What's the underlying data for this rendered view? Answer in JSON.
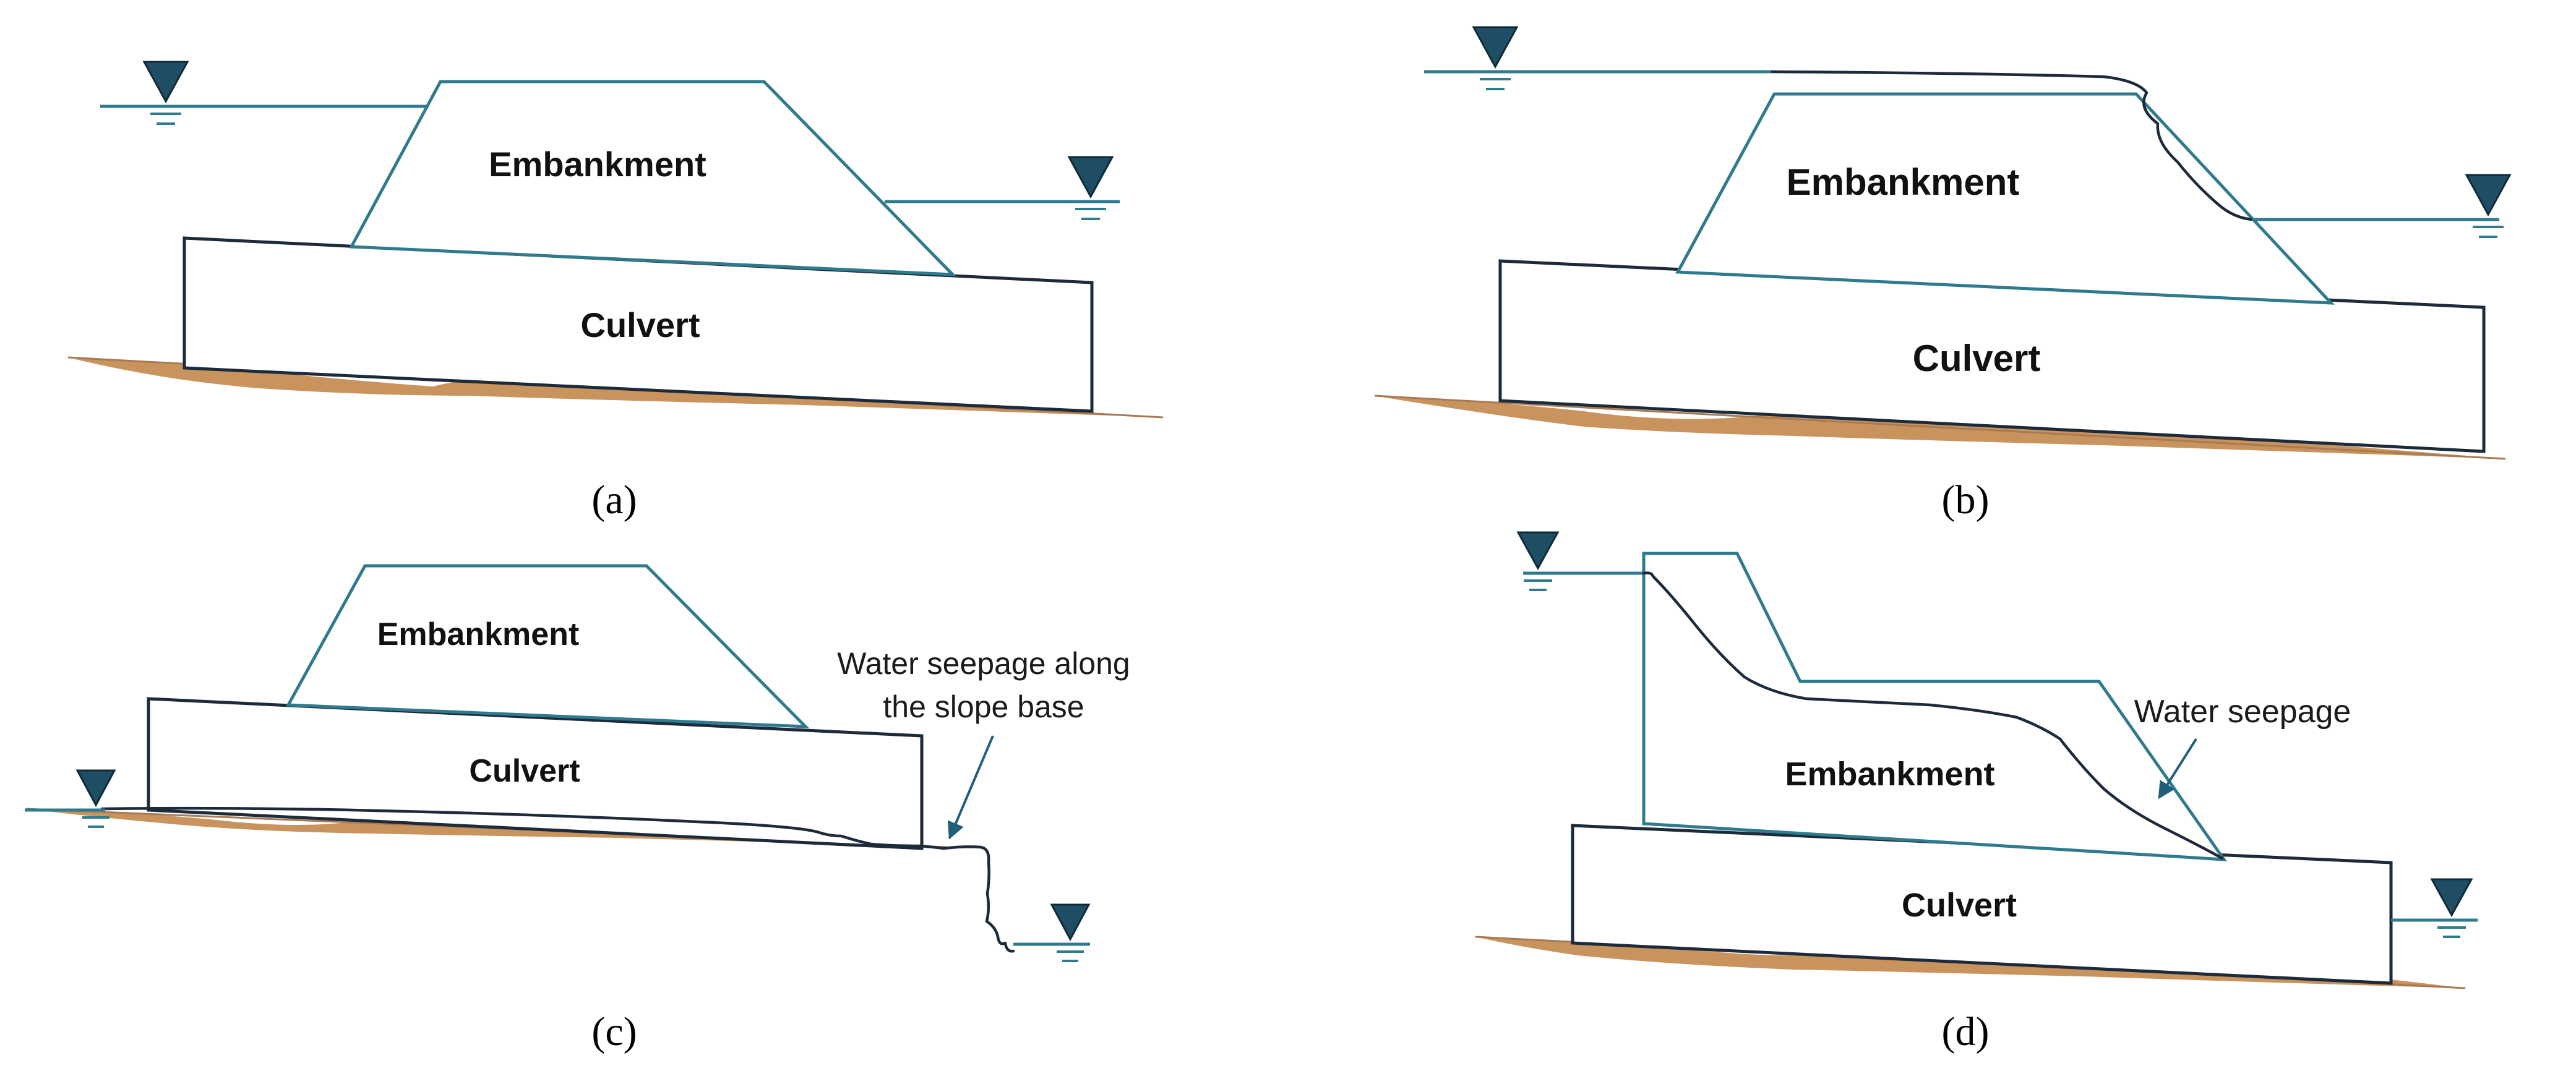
{
  "colors": {
    "water_line": "#2f7a8c",
    "water_symbol": "#1f4e64",
    "culvert_outline": "#1c2a3a",
    "soil": "#c9935d",
    "seepage_line": "#1c2a3a"
  },
  "panels": [
    {
      "id": "a",
      "caption": "(a)",
      "embankment_label": "Embankment",
      "culvert_label": "Culvert",
      "annotation": ""
    },
    {
      "id": "b",
      "caption": "(b)",
      "embankment_label": "Embankment",
      "culvert_label": "Culvert",
      "annotation": ""
    },
    {
      "id": "c",
      "caption": "(c)",
      "embankment_label": "Embankment",
      "culvert_label": "Culvert",
      "annotation_line1": "Water seepage along",
      "annotation_line2": "the slope base"
    },
    {
      "id": "d",
      "caption": "(d)",
      "embankment_label": "Embankment",
      "culvert_label": "Culvert",
      "annotation": "Water seepage"
    }
  ]
}
